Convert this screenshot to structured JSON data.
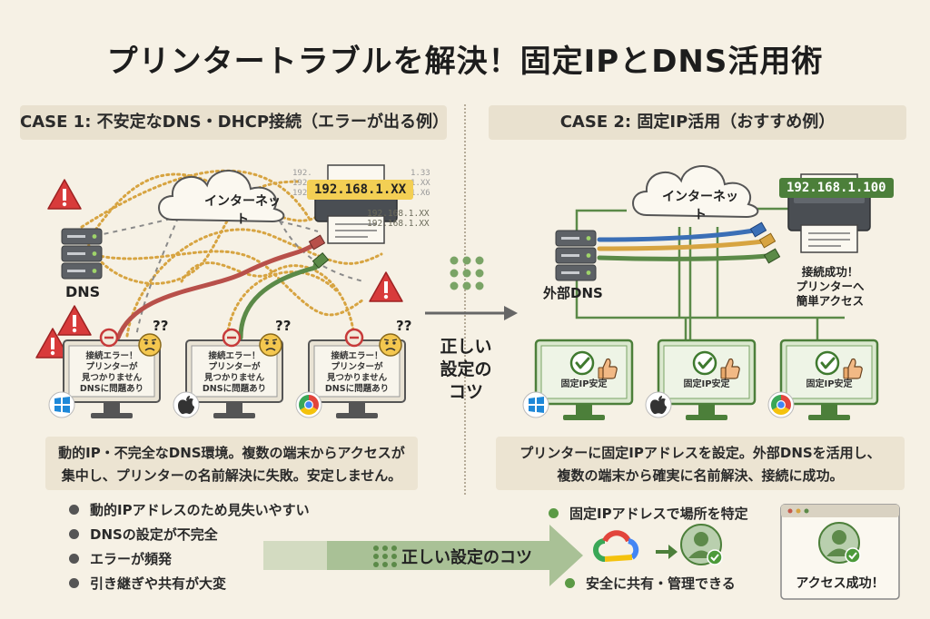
{
  "title": "プリンタートラブルを解決！固定IPとDNS活用術",
  "case1": {
    "header": "CASE 1: 不安定なDNS・DHCP接続（エラーが出る例）",
    "internet": "インターネット",
    "dns_label": "DNS",
    "printer_ip": "192.168.1.XX",
    "ghost_ips": [
      "192.",
      "1.33",
      "192.",
      "1.XX",
      "192.",
      "1.X6",
      "192.168.1.XX",
      "192.168.1.XX"
    ],
    "monitor_text": [
      "接続エラー！",
      "プリンターが",
      "見つかりません",
      "DNSに問題あり"
    ],
    "question": "??",
    "summary_lines": [
      "動的IP・不完全なDNS環境。複数の端末からアクセスが",
      "集中し、プリンターの名前解決に失敗。安定しません。"
    ],
    "bullets": [
      "動的IPアドレスのため見失いやすい",
      "DNSの設定が不完全",
      "エラーが頻発",
      "引き継ぎや共有が大変"
    ]
  },
  "middle_tip": [
    "正しい",
    "設定の",
    "コツ"
  ],
  "case2": {
    "header": "CASE 2: 固定IP活用（おすすめ例）",
    "internet": "インターネット",
    "dns_label": "外部DNS",
    "printer_ip": "192.168.1.100",
    "printer_status": [
      "接続成功！",
      "プリンターへ",
      "簡単アクセス"
    ],
    "monitor_label": "固定IP安定",
    "summary_lines": [
      "プリンターに固定IPアドレスを設定。外部DNSを活用し、",
      "複数の端末から確実に名前解決、接続に成功。"
    ],
    "bullets": [
      "固定IPアドレスで場所を特定",
      "安全に共有・管理できる"
    ]
  },
  "banner": "正しい設定のコツ",
  "access_success": "アクセス成功！",
  "colors": {
    "background": "#f6f1e5",
    "error_red": "#d83b3b",
    "success_green": "#5b9a45",
    "cable_red": "#b8504a",
    "cable_green": "#5b8a48",
    "cable_blue": "#3b6fb6",
    "cable_orange": "#d7a441",
    "ip_highlight": "#f3cf54"
  },
  "icons": [
    "warning-icon",
    "server-icon",
    "cloud-icon",
    "printer-icon",
    "forbidden-icon",
    "confused-face-icon",
    "windows-logo-icon",
    "apple-logo-icon",
    "chrome-logo-icon",
    "checkmark-icon",
    "thumbs-up-icon",
    "google-cloud-logo-icon",
    "user-avatar-icon",
    "arrow-right-icon"
  ]
}
